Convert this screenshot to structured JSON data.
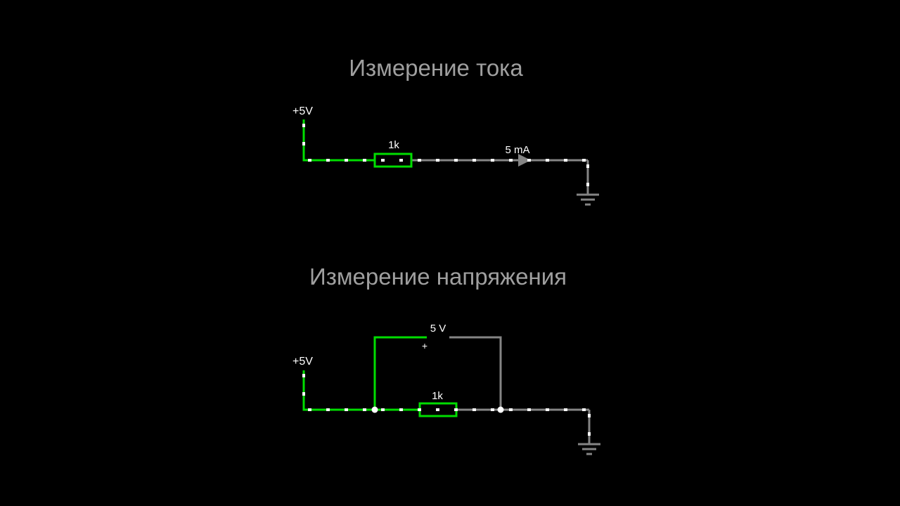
{
  "colors": {
    "background": "#000000",
    "wire_green": "#00dd00",
    "wire_gray": "#858585",
    "current_dot": "#ffffff",
    "title_text": "#9f9f9f",
    "label_text": "#ffffff"
  },
  "circuits": {
    "current": {
      "title": "Измерение тока",
      "supply_label": "+5V",
      "resistor_label": "1k",
      "ammeter_reading": "5 mA"
    },
    "voltage": {
      "title": "Измерение напряжения",
      "supply_label": "+5V",
      "resistor_label": "1k",
      "voltmeter_reading": "5 V",
      "voltmeter_plus_sign": "+"
    }
  }
}
